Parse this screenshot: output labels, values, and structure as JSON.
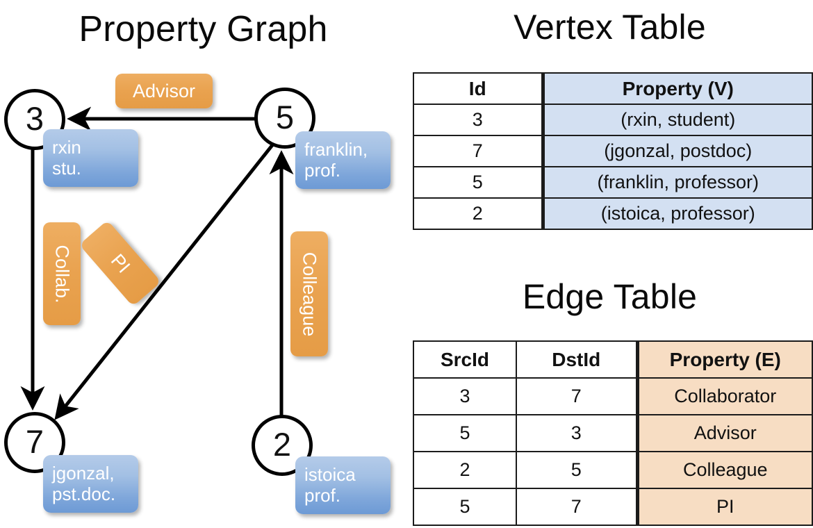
{
  "titles": {
    "property_graph": "Property Graph",
    "vertex_table": "Vertex Table",
    "edge_table": "Edge Table"
  },
  "graph": {
    "nodes": [
      {
        "id": "3",
        "label": "3",
        "property": "rxin\nstu."
      },
      {
        "id": "5",
        "label": "5",
        "property": "franklin,\nprof."
      },
      {
        "id": "7",
        "label": "7",
        "property": "jgonzal,\npst.doc."
      },
      {
        "id": "2",
        "label": "2",
        "property": "istoica\nprof."
      }
    ],
    "node_properties": {
      "rxin_line1": "rxin",
      "rxin_line2": "stu.",
      "franklin_line1": "franklin,",
      "franklin_line2": "prof.",
      "jgonzal_line1": "jgonzal,",
      "jgonzal_line2": "pst.doc.",
      "istoica_line1": "istoica",
      "istoica_line2": "prof."
    },
    "edge_labels": {
      "advisor": "Advisor",
      "collab": "Collab.",
      "pi": "PI",
      "colleague": "Colleague"
    },
    "edges": [
      {
        "from": "5",
        "to": "3",
        "label": "Advisor"
      },
      {
        "from": "3",
        "to": "7",
        "label": "Collab."
      },
      {
        "from": "5",
        "to": "7",
        "label": "PI"
      },
      {
        "from": "2",
        "to": "5",
        "label": "Colleague"
      }
    ]
  },
  "vertex_table": {
    "headers": [
      "Id",
      "Property (V)"
    ],
    "rows": [
      {
        "id": "3",
        "property": "(rxin, student)"
      },
      {
        "id": "7",
        "property": "(jgonzal, postdoc)"
      },
      {
        "id": "5",
        "property": "(franklin, professor)"
      },
      {
        "id": "2",
        "property": "(istoica, professor)"
      }
    ]
  },
  "edge_table": {
    "headers": [
      "SrcId",
      "DstId",
      "Property (E)"
    ],
    "rows": [
      {
        "src": "3",
        "dst": "7",
        "property": "Collaborator"
      },
      {
        "src": "5",
        "dst": "3",
        "property": "Advisor"
      },
      {
        "src": "2",
        "dst": "5",
        "property": "Colleague"
      },
      {
        "src": "5",
        "dst": "7",
        "property": "PI"
      }
    ]
  },
  "colors": {
    "vertex_property_fill": "#d3e0f2",
    "edge_property_fill": "#f7ddc3",
    "node_box_blue": "#7ea6da",
    "edge_label_orange": "#e9a24f",
    "stroke": "#000000",
    "background": "#ffffff"
  }
}
